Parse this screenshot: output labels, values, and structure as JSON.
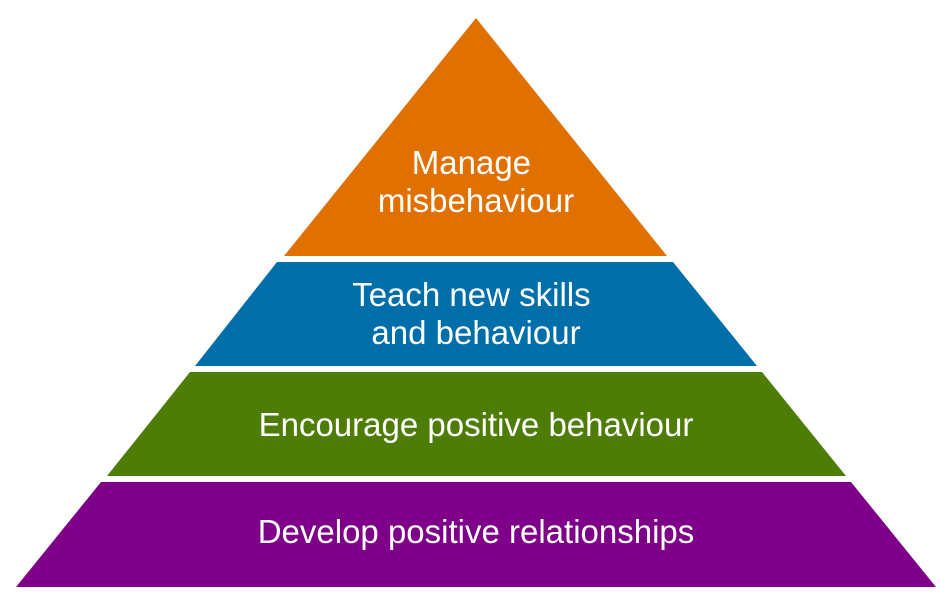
{
  "pyramid": {
    "levels": [
      {
        "lines": [
          "Manage",
          "misbehaviour"
        ],
        "color": "#E07000"
      },
      {
        "lines": [
          "Teach new skills",
          "and behaviour"
        ],
        "color": "#006EA8"
      },
      {
        "lines": [
          "Encourage positive behaviour"
        ],
        "color": "#4E7D07"
      },
      {
        "lines": [
          "Develop positive relationships"
        ],
        "color": "#7E0088"
      }
    ]
  }
}
